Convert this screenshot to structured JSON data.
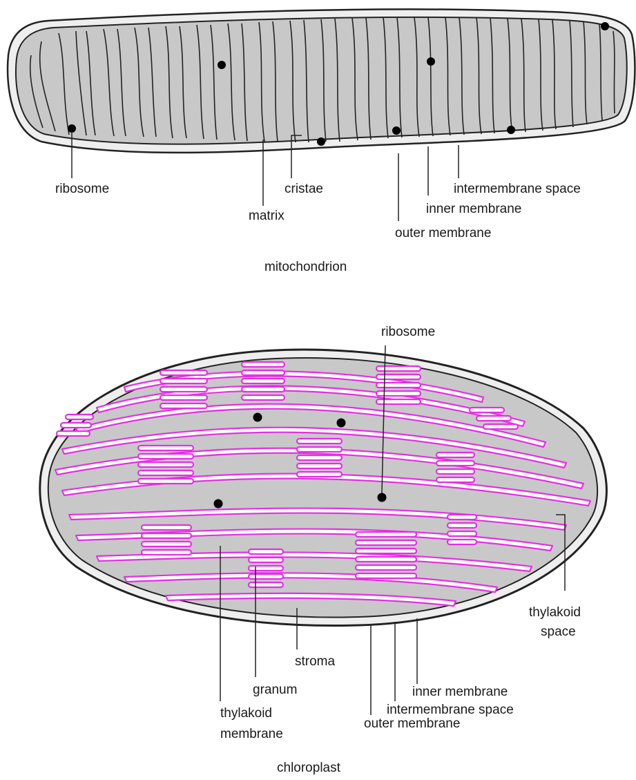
{
  "mitochondrion": {
    "caption": "mitochondrion",
    "labels": {
      "ribosome": "ribosome",
      "cristae": "cristae",
      "matrix": "matrix",
      "intermembrane_space": "intermembrane space",
      "inner_membrane": "inner membrane",
      "outer_membrane": "outer membrane"
    }
  },
  "chloroplast": {
    "caption": "chloroplast",
    "labels": {
      "ribosome": "ribosome",
      "thylakoid_space_1": "thylakoid",
      "thylakoid_space_2": "space",
      "stroma": "stroma",
      "inner_membrane": "inner membrane",
      "granum": "granum",
      "intermembrane_space": "intermembrane space",
      "thylakoid_membrane_1": "thylakoid",
      "thylakoid_membrane_2": "membrane",
      "outer_membrane": "outer membrane"
    }
  },
  "colors": {
    "organelle_fill": "#c8c8c8",
    "membrane_gap": "#eeeeee",
    "outline": "#222222",
    "thylakoid": "#e62ee6",
    "thylakoid_lumen": "#ffffff"
  }
}
